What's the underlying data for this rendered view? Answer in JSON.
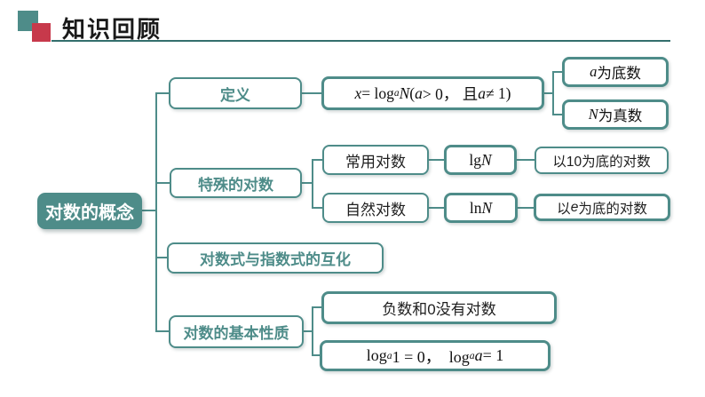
{
  "colors": {
    "teal": "#4E8C89",
    "red": "#C7394B",
    "underline": "#336F6D",
    "ink": "#1E1E1E"
  },
  "header": {
    "title": "知识回顾"
  },
  "mindmap": {
    "root": {
      "label": "对数的概念"
    },
    "definition": {
      "label": "定义",
      "formula_tokens": [
        {
          "t": "i",
          "v": "x"
        },
        {
          "t": "r",
          "v": " = log"
        },
        {
          "t": "sub",
          "v": "a"
        },
        {
          "t": "i",
          "v": " N"
        },
        {
          "t": "r",
          "v": " ("
        },
        {
          "t": "i",
          "v": "a"
        },
        {
          "t": "r",
          "v": " > 0， 且"
        },
        {
          "t": "i",
          "v": "a"
        },
        {
          "t": "r",
          "v": " ≠ 1)"
        }
      ],
      "base_tokens": [
        {
          "t": "i",
          "v": "a"
        },
        {
          "t": "r",
          "v": " 为底数"
        }
      ],
      "argument_tokens": [
        {
          "t": "i",
          "v": "N"
        },
        {
          "t": "r",
          "v": " 为真数"
        }
      ]
    },
    "special": {
      "label": "特殊的对数",
      "common_label": "常用对数",
      "lg_tokens": [
        {
          "t": "r",
          "v": "lg "
        },
        {
          "t": "i",
          "v": "N"
        }
      ],
      "base10_label": "以10为底的对数",
      "natural_label": "自然对数",
      "ln_tokens": [
        {
          "t": "r",
          "v": "ln "
        },
        {
          "t": "i",
          "v": "N"
        }
      ],
      "baseE_tokens": [
        {
          "t": "r",
          "v": "以"
        },
        {
          "t": "i",
          "v": "e"
        },
        {
          "t": "r",
          "v": "为底的对数"
        }
      ]
    },
    "conversion": {
      "label": "对数式与指数式的互化"
    },
    "properties": {
      "label": "对数的基本性质",
      "rule1": "负数和0没有对数",
      "rule2_tokens": [
        {
          "t": "r",
          "v": "log"
        },
        {
          "t": "sub",
          "v": "a"
        },
        {
          "t": "r",
          "v": " 1 = 0，  log"
        },
        {
          "t": "sub",
          "v": "a"
        },
        {
          "t": "i",
          "v": " a"
        },
        {
          "t": "r",
          "v": " = 1"
        }
      ]
    }
  }
}
